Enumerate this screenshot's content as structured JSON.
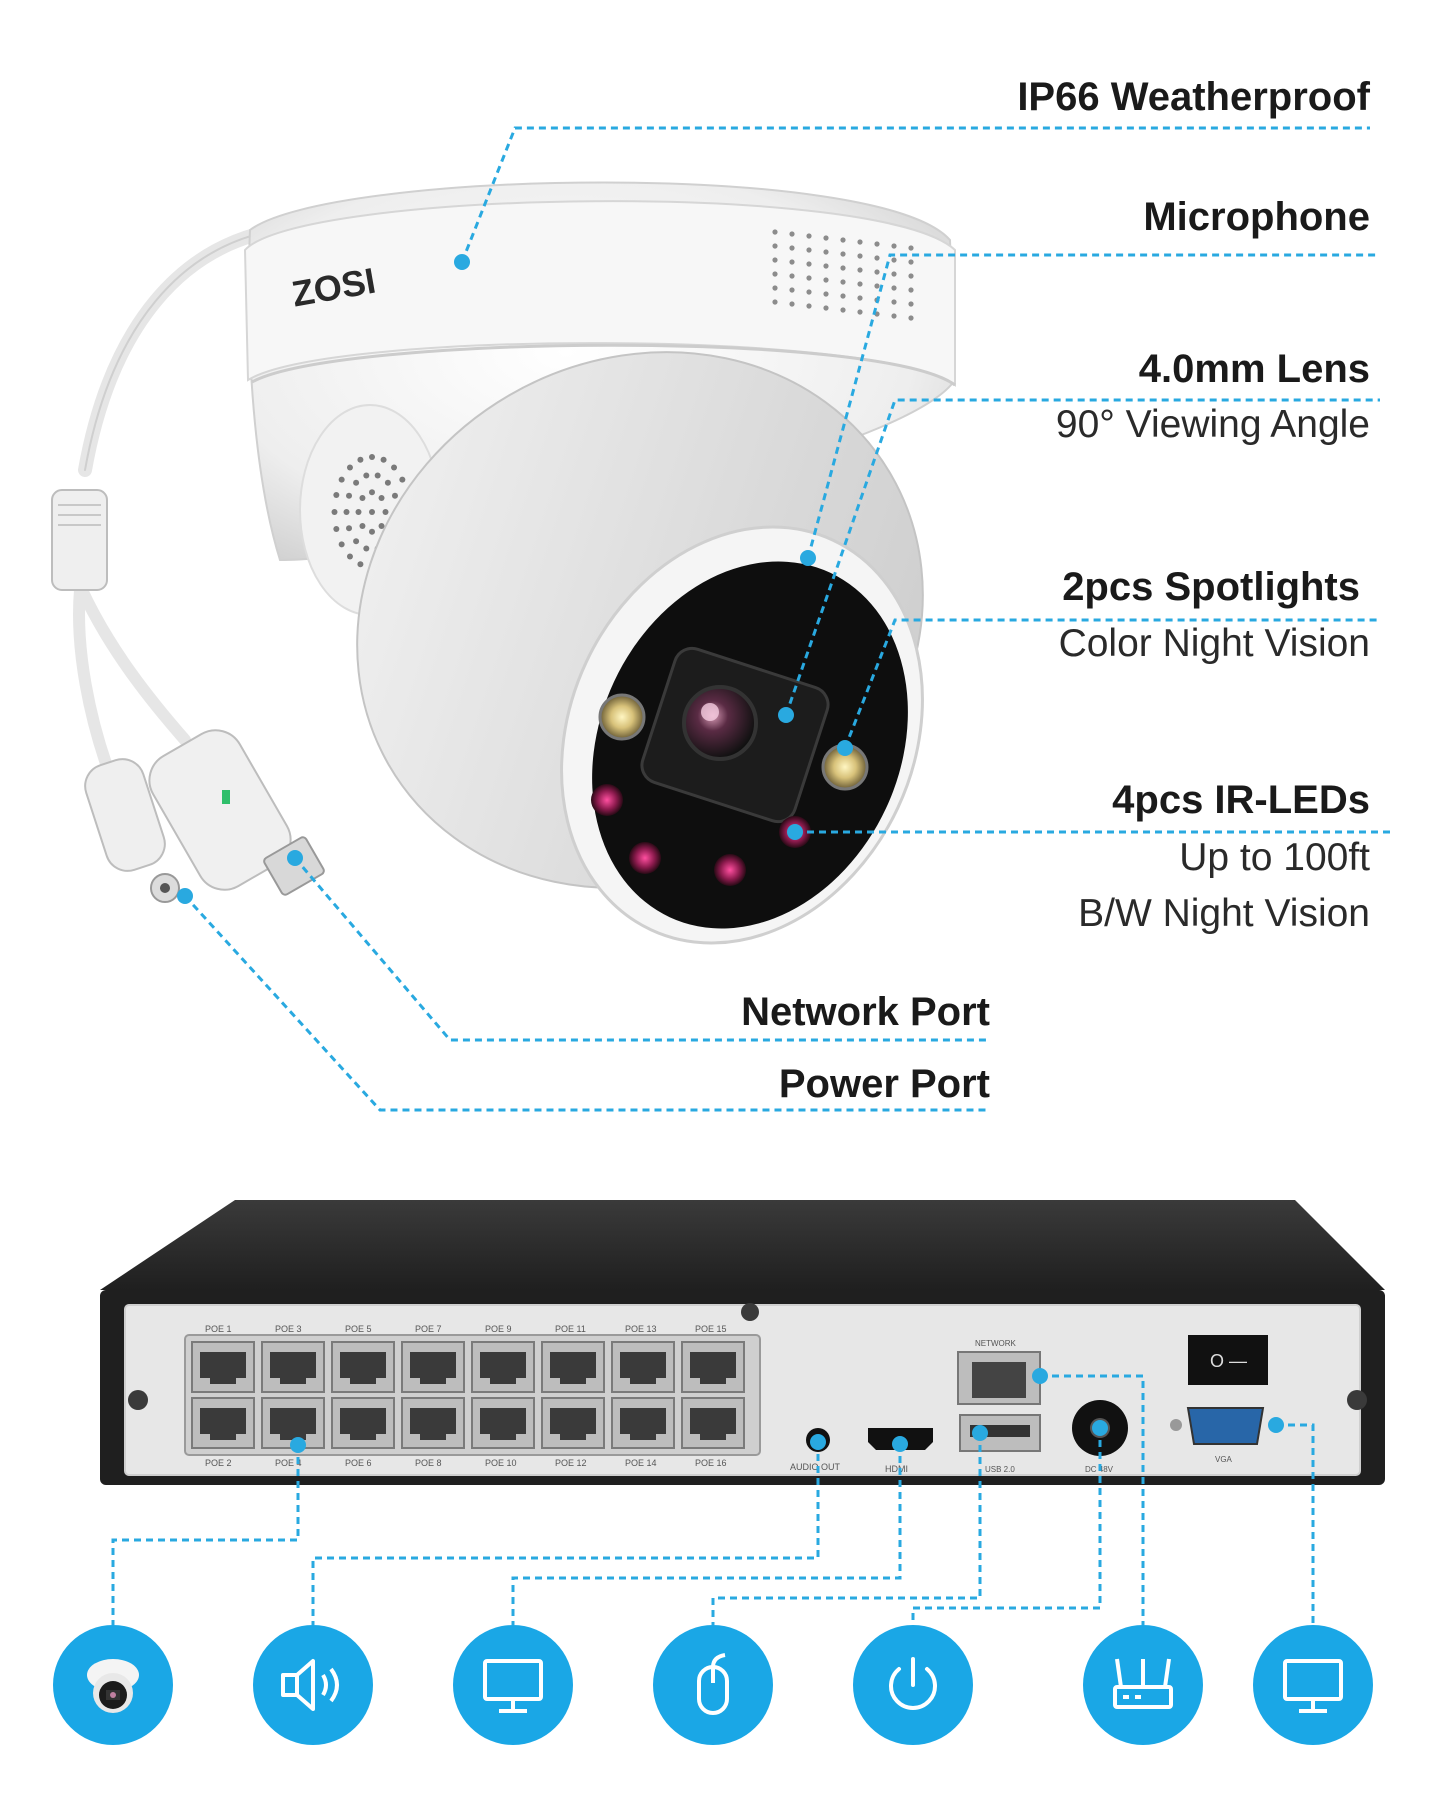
{
  "camera": {
    "brand": "ZOSI"
  },
  "callouts": {
    "weatherproof": "IP66 Weatherproof",
    "microphone": "Microphone",
    "lens": "4.0mm Lens",
    "viewing_angle": "90° Viewing Angle",
    "spotlights": "2pcs Spotlights",
    "color_night": "Color Night Vision",
    "ir_leds": "4pcs IR-LEDs",
    "ir_range": "Up to 100ft",
    "bw_night": "B/W Night Vision",
    "network_port": "Network Port",
    "power_port": "Power Port"
  },
  "nvr": {
    "port_labels_top": [
      "POE 1",
      "POE 3",
      "POE 5",
      "POE 7",
      "POE 9",
      "POE 11",
      "POE 13",
      "POE 15"
    ],
    "port_labels_bottom": [
      "POE 2",
      "POE 4",
      "POE 6",
      "POE 8",
      "POE 10",
      "POE 12",
      "POE 14",
      "POE 16"
    ],
    "audio_label": "AUDIO OUT",
    "hdmi_label": "HDMI",
    "network_label": "NETWORK",
    "usb_label": "USB 2.0",
    "dc_label": "DC 48V",
    "vga_label": "VGA",
    "switch_label": "O —"
  },
  "icons": [
    "camera-icon",
    "speaker-icon",
    "monitor-icon",
    "mouse-icon",
    "power-icon",
    "router-icon",
    "monitor-icon"
  ],
  "colors": {
    "accent": "#1aa7e6",
    "dash": "#29a9e0",
    "nvr_body": "#2b2b2b"
  }
}
